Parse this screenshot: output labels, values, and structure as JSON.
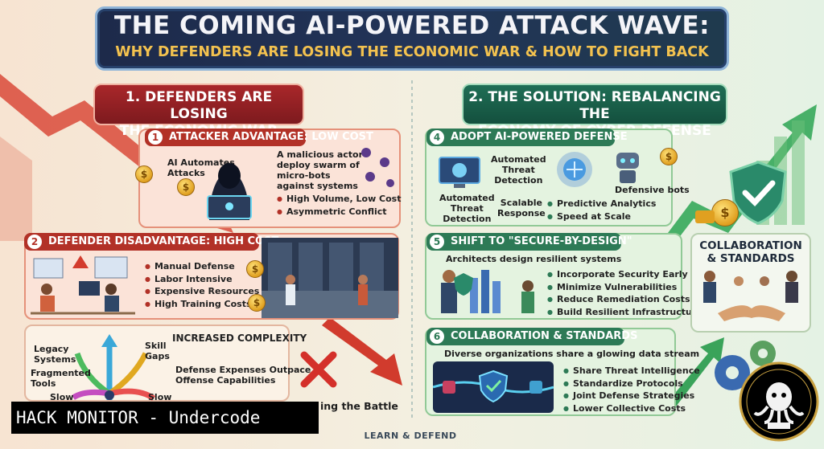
{
  "title": {
    "main": "THE COMING AI-POWERED ATTACK WAVE:",
    "subtitle": "WHY DEFENDERS ARE LOSING THE ECONOMIC WAR & HOW TO FIGHT BACK"
  },
  "section1": {
    "heading_line1": "1. DEFENDERS ARE LOSING",
    "heading_line2": "THE ECONOMIC WAR",
    "attacker": {
      "number": "1",
      "label": "ATTACKER ADVANTAGE: LOW COST",
      "ai_text_line1": "AI Automates",
      "ai_text_line2": "Attacks",
      "desc_line1": "A malicious actor",
      "desc_line2": "deploy swarm of",
      "desc_line3": "micro-bots",
      "desc_line4": "against systems",
      "bullets": [
        "High Volume, Low Cost",
        "Asymmetric Conflict"
      ]
    },
    "defender": {
      "number": "2",
      "label": "DEFENDER DISADVANTAGE: HIGH COST",
      "bullets": [
        "Manual Defense",
        "Labor Intensive",
        "Expensive Resources",
        "High Training Costs"
      ]
    },
    "complexity": {
      "heading": "INCREASED COMPLEXITY",
      "legacy": "Legacy\nSystems",
      "fragmented": "Fragmented\nTools",
      "slow1": "Slow",
      "skill": "Skill\nGaps",
      "slow2": "Slow",
      "expenses_line1": "Defense Expenses Outpace",
      "expenses_line2": "Offense Capabilities",
      "losing": "ing the Battle"
    }
  },
  "section2": {
    "heading_line1": "2. THE SOLUTION: REBALANCING THE",
    "heading_line2": "ECONOMY OF CYBER DEFENSE",
    "adopt": {
      "number": "4",
      "label": "ADOPT AI-POWERED DEFENSE",
      "auto1": "Automated\nThreat\nDetection",
      "auto2": "Automated\nThreat\nDetection",
      "bots": "Defensive bots",
      "scalable": "Scalable\nResponse",
      "bullets": [
        "Predictive Analytics",
        "Speed at Scale"
      ]
    },
    "secure": {
      "number": "5",
      "label": "SHIFT TO \"SECURE-BY-DESIGN\"",
      "intro": "Architects design resilient systems",
      "bullets": [
        "Incorporate Security Early",
        "Minimize Vulnerabilities",
        "Reduce Remediation Costs",
        "Build Resilient Infrastructure"
      ]
    },
    "collab_box": {
      "heading_line1": "COLLABORATION",
      "heading_line2": "& STANDARDS"
    },
    "collab": {
      "number": "6",
      "label": "COLLABORATION & STANDARDS",
      "intro": "Diverse organizations share a glowing data stream",
      "bullets": [
        "Share Threat Intelligence",
        "Standardize Protocols",
        "Joint Defense Strategies",
        "Lower Collective Costs"
      ]
    }
  },
  "badge": "HACK MONITOR - Undercode",
  "footer": "LEARN & DEFEND",
  "colors": {
    "title_bg": "#1d2a4a",
    "subtitle": "#f3c24f",
    "red_accent": "#b23127",
    "green_accent": "#2d7a56"
  }
}
